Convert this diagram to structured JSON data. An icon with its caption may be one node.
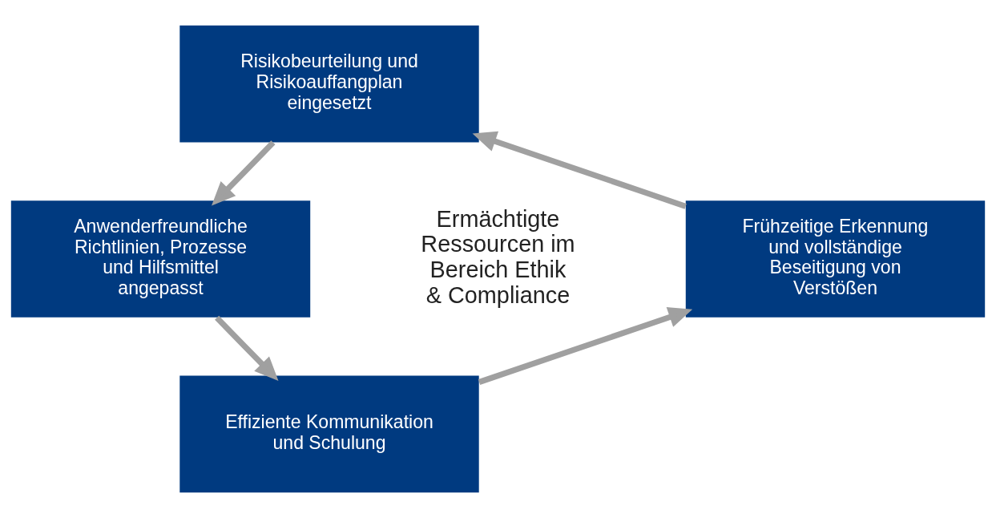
{
  "diagram": {
    "nodes": [
      {
        "text": [
          "Risikobeurteilung und Risikoauffangplan eingesetzt"
        ]
      },
      {
        "text": [
          "Anwenderfreundliche Richtlinien, Prozesse und Hilfsmittel angepasst"
        ]
      },
      {
        "text": [
          "Effiziente Kommunikation und Schulung"
        ]
      },
      {
        "text": [
          "Frühzeitige Erkennung und vollständige Beseitigung von Verstößen"
        ]
      }
    ],
    "edges": [
      {
        "from": 0,
        "to": 1,
        "arrow": "to"
      },
      {
        "from": 1,
        "to": 2,
        "arrow": "to"
      },
      {
        "from": 2,
        "to": 3,
        "arrow": "to"
      },
      {
        "from": 3,
        "to": 0,
        "arrow": "to"
      }
    ],
    "labels": [
      "Ermächtigte Ressourcen im Bereich Ethik & Compliance"
    ]
  }
}
